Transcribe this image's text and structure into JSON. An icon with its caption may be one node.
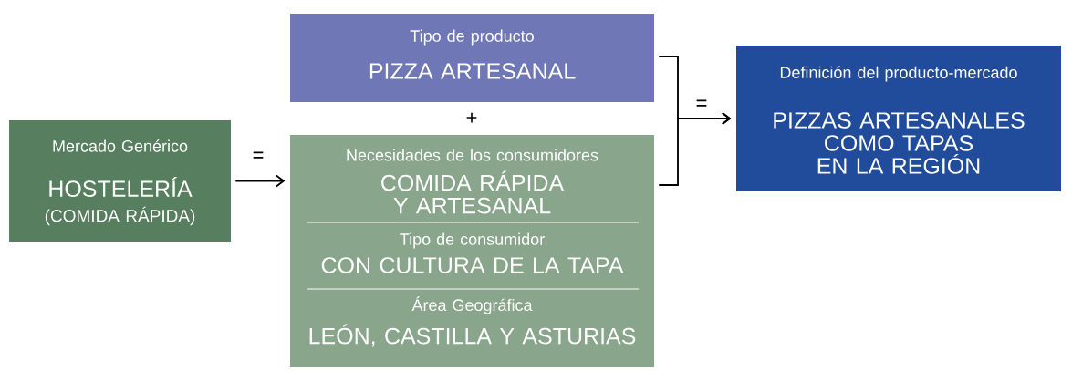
{
  "diagram": {
    "nodes": [
      {
        "text": [
          "Mercado Genérico",
          "HOSTELERÍA",
          "(COMIDA RÁPIDA)"
        ]
      },
      {
        "text": [
          "Tipo de producto",
          "PIZZA ARTESANAL"
        ]
      },
      {
        "text": [
          "Necesidades de los consumidores",
          "COMIDA RÁPIDA Y ARTESANAL",
          "Tipo de consumidor",
          "CON CULTURA DE LA TAPA",
          "Área Geográfica",
          "LEÓN, CASTILLA Y ASTURIAS"
        ]
      },
      {
        "text": [
          "Definición del producto-mercado",
          "PIZZAS ARTESANALES COMO TAPAS EN LA REGIÓN"
        ]
      }
    ],
    "edges": [
      {
        "from": 0,
        "to": 2,
        "arrow": "to",
        "label": "="
      },
      {
        "from": 1,
        "to": 3,
        "arrow": "to",
        "label": "="
      },
      {
        "from": 2,
        "to": 3,
        "arrow": "to"
      }
    ],
    "labels": [
      "+"
    ]
  }
}
